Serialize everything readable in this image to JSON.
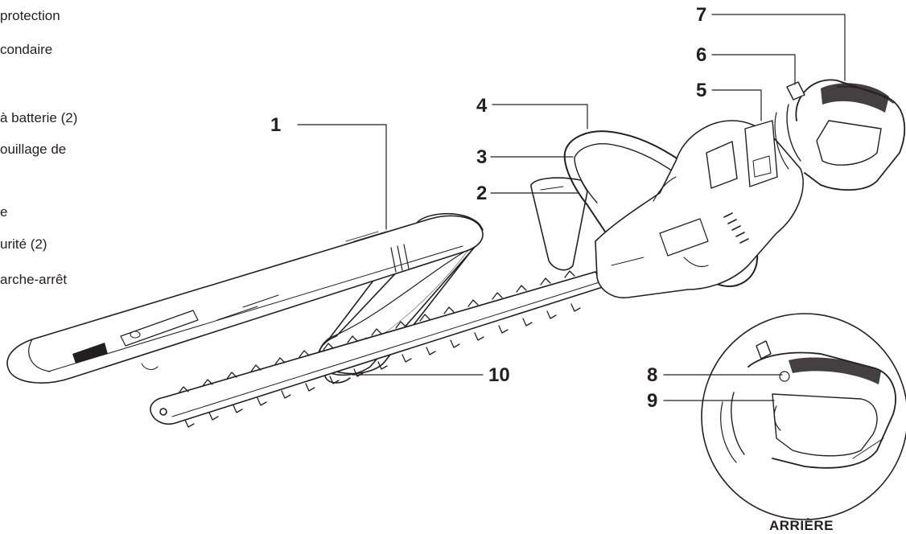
{
  "legend": [
    "protection",
    "condaire",
    "à batterie (2)",
    "ouillage de",
    "e",
    "urité (2)",
    "arche-arrêt"
  ],
  "callouts": {
    "c1": "1",
    "c2": "2",
    "c3": "3",
    "c4": "4",
    "c5": "5",
    "c6": "6",
    "c7": "7",
    "c8": "8",
    "c9": "9",
    "c10": "10"
  },
  "detail_view_label": "ARRIÈRE",
  "icons": [
    "hedge-trimmer-illustration",
    "blade-sheath-illustration",
    "rear-handle-detail-illustration"
  ],
  "colors": {
    "ink": "#231f20",
    "paper": "#ffffff"
  }
}
